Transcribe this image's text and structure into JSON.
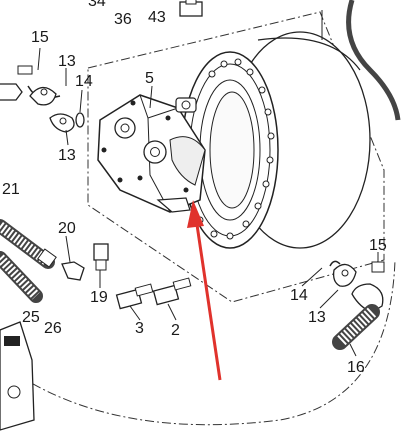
{
  "labels": {
    "l34": "34",
    "l36": "36",
    "l43": "43",
    "l15a": "15",
    "l13a": "13",
    "l14a": "14",
    "l5": "5",
    "l13b": "13",
    "l21": "21",
    "l20": "20",
    "l19": "19",
    "l3": "3",
    "l2": "2",
    "l25": "25",
    "l26": "26",
    "l15b": "15",
    "l14b": "14",
    "l13c": "13",
    "l16": "16"
  },
  "colors": {
    "line": "#2a2a2a",
    "arrow": "#e0322c",
    "background": "#ffffff"
  }
}
